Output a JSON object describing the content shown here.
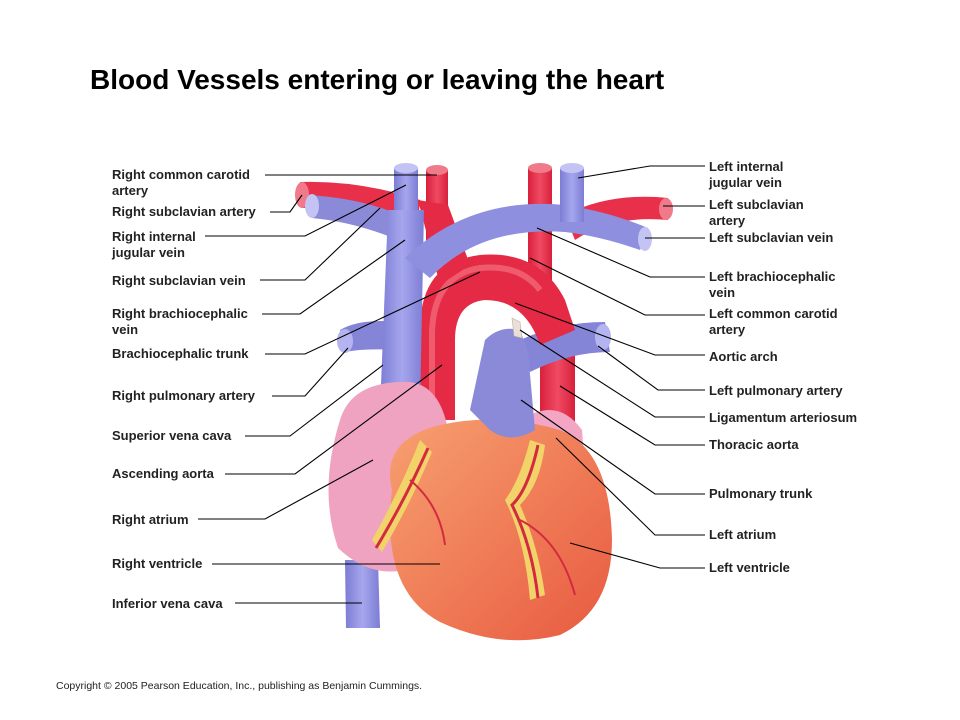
{
  "title": "Blood Vessels entering or leaving the heart",
  "labels_left": [
    "Right common carotid\nartery",
    "Right subclavian artery",
    "Right internal\njugular vein",
    "Right subclavian vein",
    "Right brachiocephalic\nvein",
    "Brachiocephalic trunk",
    "Right pulmonary artery",
    "Superior vena cava",
    "Ascending aorta",
    "Right atrium",
    "Right ventricle",
    "Inferior vena cava"
  ],
  "labels_right": [
    "Left internal\njugular vein",
    "Left subclavian\nartery",
    "Left subclavian vein",
    "Left brachiocephalic\nvein",
    "Left common carotid\nartery",
    "Aortic arch",
    "Left pulmonary artery",
    "Ligamentum arteriosum",
    "Thoracic aorta",
    "Pulmonary trunk",
    "Left atrium",
    "Left ventricle"
  ],
  "copyright": "Copyright © 2005 Pearson Education, Inc., publishing as Benjamin Cummings.",
  "colors": {
    "vein": "#8f8fe0",
    "artery": "#e8304a",
    "ventricle": "#f08a5a",
    "atrium": "#f3a6c4",
    "fat": "#f2d36a",
    "leader": "#000000"
  }
}
